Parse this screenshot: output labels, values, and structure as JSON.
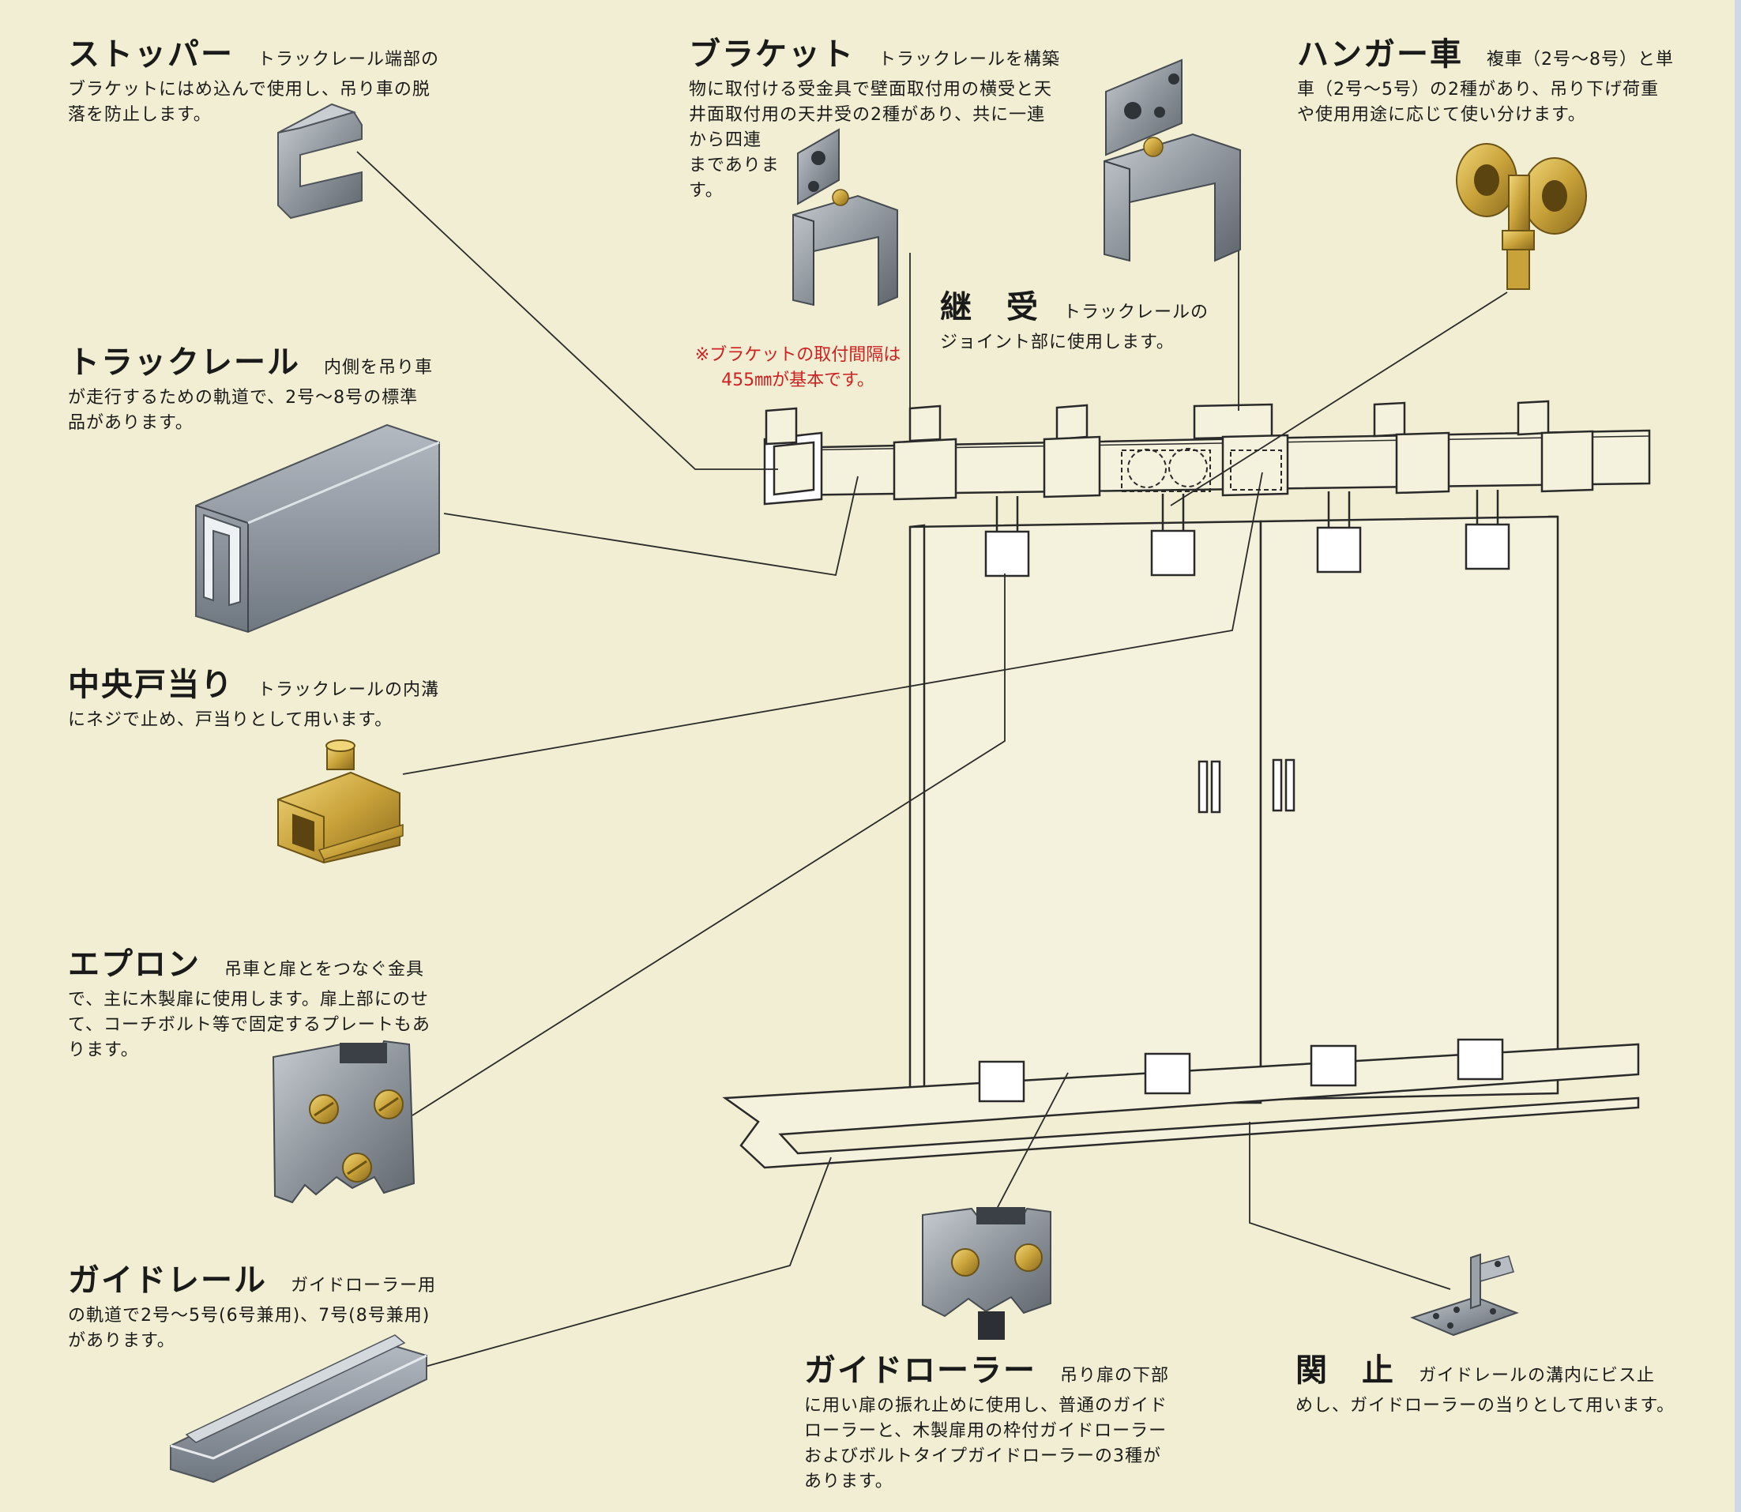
{
  "parts": {
    "stopper": {
      "title": "ストッパー",
      "desc_lines": [
        "トラックレール端部の",
        "ブラケットにはめ込んで使用し、吊り車の脱",
        "落を防止します。"
      ]
    },
    "track_rail": {
      "title": "トラックレール",
      "desc_lines": [
        "内側を吊り車",
        "が走行するための軌道で、2号～8号の標準",
        "品があります。"
      ]
    },
    "center_stop": {
      "title": "中央戸当り",
      "desc_lines": [
        "トラックレールの内溝",
        "にネジで止め、戸当りとして用います。"
      ]
    },
    "apron": {
      "title": "エプロン",
      "desc_lines": [
        "吊車と扉とをつなぐ金具",
        "で、主に木製扉に使用します。扉上部にのせ",
        "て、コーチボルト等で固定するプレートもあ",
        "ります。"
      ]
    },
    "guide_rail": {
      "title": "ガイドレール",
      "desc_lines": [
        "ガイドローラー用",
        "の軌道で2号～5号(6号兼用)、7号(8号兼用)",
        "があります。"
      ]
    },
    "bracket": {
      "title": "ブラケット",
      "desc_lines": [
        "トラックレールを構築",
        "物に取付ける受金具で壁面取付用の横受と天",
        "井面取付用の天井受の2種があり、共に一連",
        "から四連",
        "までありま",
        "す。"
      ]
    },
    "hanger": {
      "title": "ハンガー車",
      "desc_lines": [
        "複車（2号～8号）と単",
        "車（2号～5号）の2種があり、吊り下げ荷重",
        "や使用用途に応じて使い分けます。"
      ]
    },
    "joint": {
      "title": "継　受",
      "desc_lines": [
        "トラックレールの",
        "ジョイント部に使用します。"
      ]
    },
    "guide_roller": {
      "title": "ガイドローラー",
      "desc_lines": [
        "吊り扉の下部",
        "に用い扉の振れ止めに使用し、普通のガイド",
        "ローラーと、木製扉用の枠付ガイドローラー",
        "およびボルトタイプガイドローラーの3種が",
        "あります。"
      ]
    },
    "seki": {
      "title": "関　止",
      "desc_lines": [
        "ガイドレールの溝内にビス止",
        "めし、ガイドローラーの当りとして用います。"
      ]
    }
  },
  "note": {
    "lines": [
      "※ブラケットの取付間隔は",
      "455㎜が基本です。"
    ]
  },
  "colors": {
    "background": "#f1eed3",
    "note_red": "#d0201f",
    "metal_gray": "#8c939b",
    "brass": "#c9a23a",
    "line": "#2a2a2a"
  }
}
